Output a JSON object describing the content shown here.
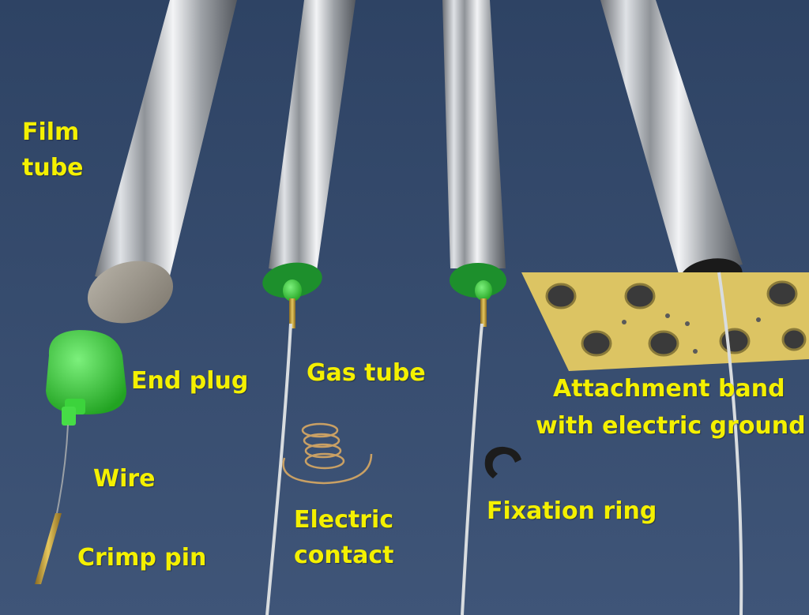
{
  "labels": {
    "film_tube": [
      "Film",
      "tube"
    ],
    "end_plug": "End plug",
    "gas_tube": "Gas tube",
    "attachment_band": [
      "Attachment band",
      "with electric ground"
    ],
    "wire": "Wire",
    "electric_contact": [
      "Electric",
      "contact"
    ],
    "fixation_ring": "Fixation ring",
    "crimp_pin": "Crimp pin"
  },
  "colors": {
    "background": "#364a6b",
    "label_text": "#f4f000",
    "plug_green": "#3bd43b",
    "board_yellow": "#e0c75e",
    "brass": "#c9a53c"
  }
}
